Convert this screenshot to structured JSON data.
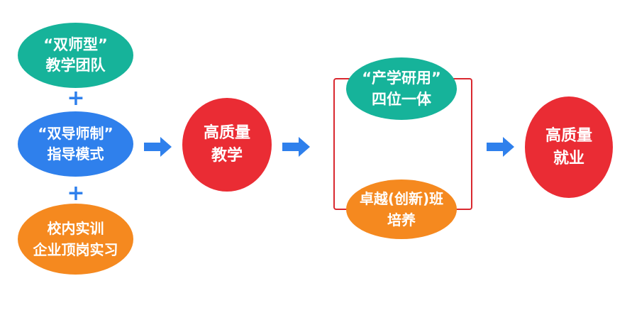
{
  "nodes": {
    "team": {
      "line1": "“双师型”",
      "line2": "教学团队"
    },
    "dual_mentor": {
      "line1": "“双导师制”",
      "line2": "指导模式"
    },
    "training": {
      "line1": "校内实训",
      "line2": "企业顶岗实习"
    },
    "teaching": {
      "line1": "高质量",
      "line2": "教学"
    },
    "industry": {
      "line1": "“产学研用”",
      "line2": "四位一体"
    },
    "excellence_class": {
      "line1": "卓越(创新)班",
      "line2": "培养"
    },
    "employment": {
      "line1": "高质量",
      "line2": "就业"
    }
  },
  "connectors": {
    "plus": "+"
  },
  "colors": {
    "teal": "#16b39a",
    "blue": "#2f80ec",
    "orange": "#f5891f",
    "red": "#ea2c34",
    "arrow": "#2f80ec",
    "bracket": "#d9282f"
  }
}
